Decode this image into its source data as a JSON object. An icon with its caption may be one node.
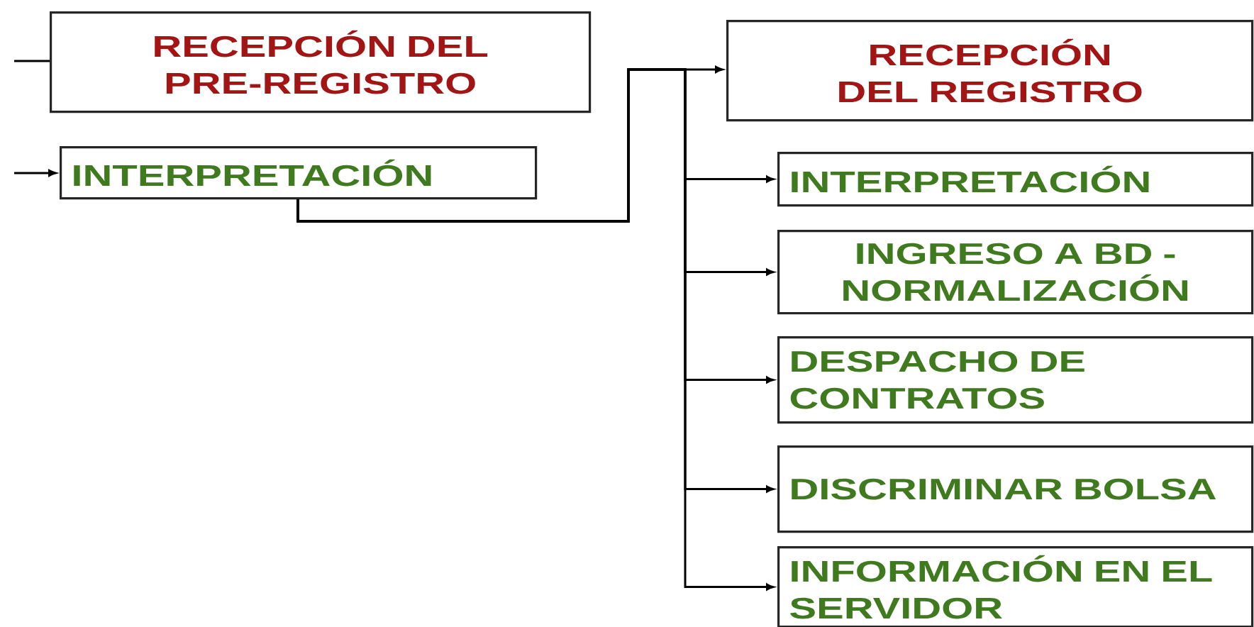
{
  "diagram": {
    "nodes": [
      {
        "text": [
          "RECEPCIÓN DEL PRE-REGISTRO"
        ]
      },
      {
        "text": [
          "INTERPRETACIÓN"
        ]
      },
      {
        "text": [
          "RECEPCIÓN DEL REGISTRO"
        ]
      },
      {
        "text": [
          "INTERPRETACIÓN"
        ]
      },
      {
        "text": [
          "INGRESO A BD - NORMALIZACIÓN"
        ]
      },
      {
        "text": [
          "DESPACHO DE CONTRATOS"
        ]
      },
      {
        "text": [
          "DISCRIMINAR BOLSA"
        ]
      },
      {
        "text": [
          "INFORMACIÓN EN EL SERVIDOR"
        ]
      }
    ],
    "edges": [
      {
        "from": null,
        "to": 0,
        "arrow": "none"
      },
      {
        "from": null,
        "to": 1,
        "arrow": "to"
      },
      {
        "from": 1,
        "to": 2,
        "arrow": "to"
      },
      {
        "from": 1,
        "to": 3,
        "arrow": "to"
      },
      {
        "from": 1,
        "to": 4,
        "arrow": "to"
      },
      {
        "from": 1,
        "to": 5,
        "arrow": "to"
      },
      {
        "from": 1,
        "to": 6,
        "arrow": "to"
      },
      {
        "from": 1,
        "to": 7,
        "arrow": "to"
      }
    ]
  }
}
